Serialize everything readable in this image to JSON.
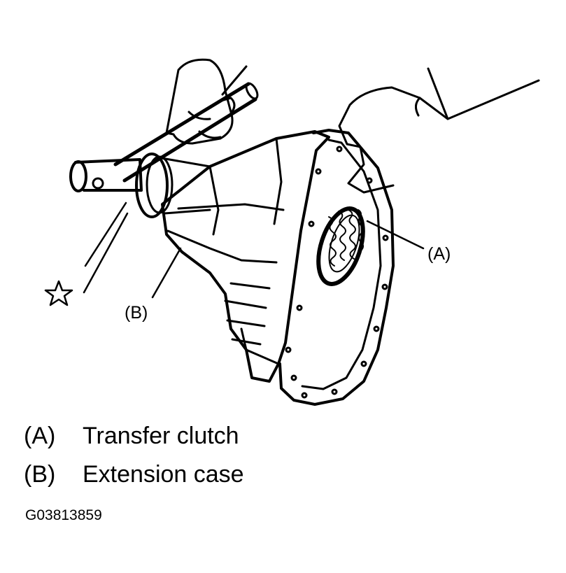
{
  "callouts": {
    "a": "(A)",
    "b": "(B)",
    "star": "star-icon"
  },
  "legend": [
    {
      "key": "(A)",
      "text": "Transfer clutch"
    },
    {
      "key": "(B)",
      "text": "Extension case"
    }
  ],
  "figure_id": "G03813859"
}
